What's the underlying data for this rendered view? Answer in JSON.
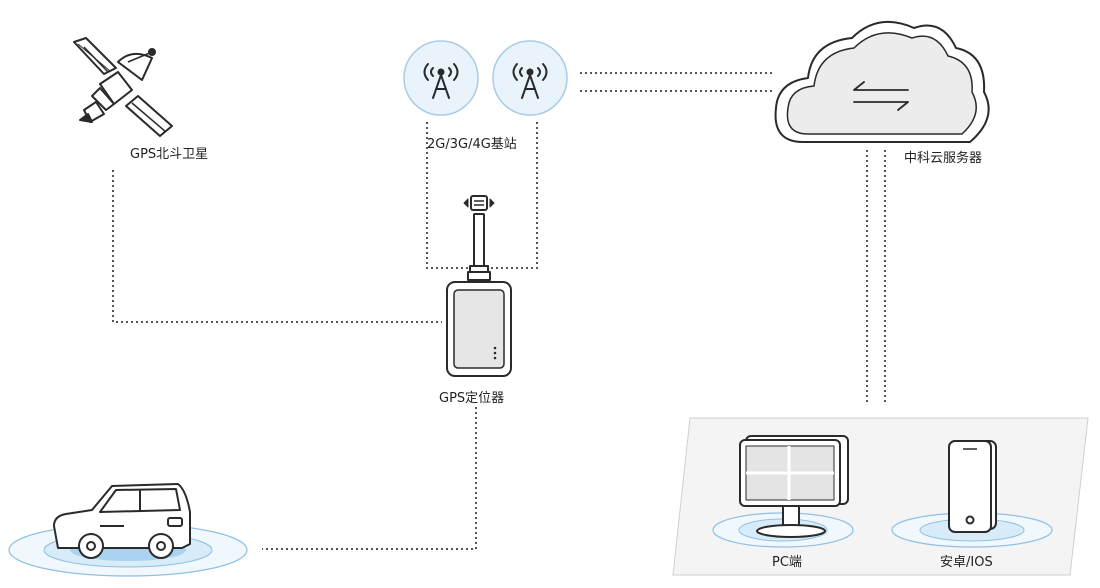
{
  "labels": {
    "satellite": "GPS北斗卫星",
    "base_station": "2G/3G/4G基站",
    "cloud_server": "中科云服务器",
    "locator": "GPS定位器",
    "pc": "PC端",
    "mobile": "安卓/IOS"
  },
  "colors": {
    "line": "#555555",
    "stroke": "#2a2a2a",
    "tower_circle_fill": "#e9f3fb",
    "tower_circle_stroke": "#a9cbe6",
    "cloud_fill": "#ececec",
    "ring_outer": "#f1f8fd",
    "ring_mid": "#d7ebf8",
    "ring_inner": "#a9d3f0",
    "ring_stroke": "#8ec0e6",
    "panel_fill": "#f4f4f4",
    "panel_stroke": "#cfcfcf"
  },
  "icons": [
    "satellite-icon",
    "cell-tower-icon",
    "cloud-server-icon",
    "gps-locator-icon",
    "car-icon",
    "pc-monitor-icon",
    "smartphone-icon"
  ]
}
